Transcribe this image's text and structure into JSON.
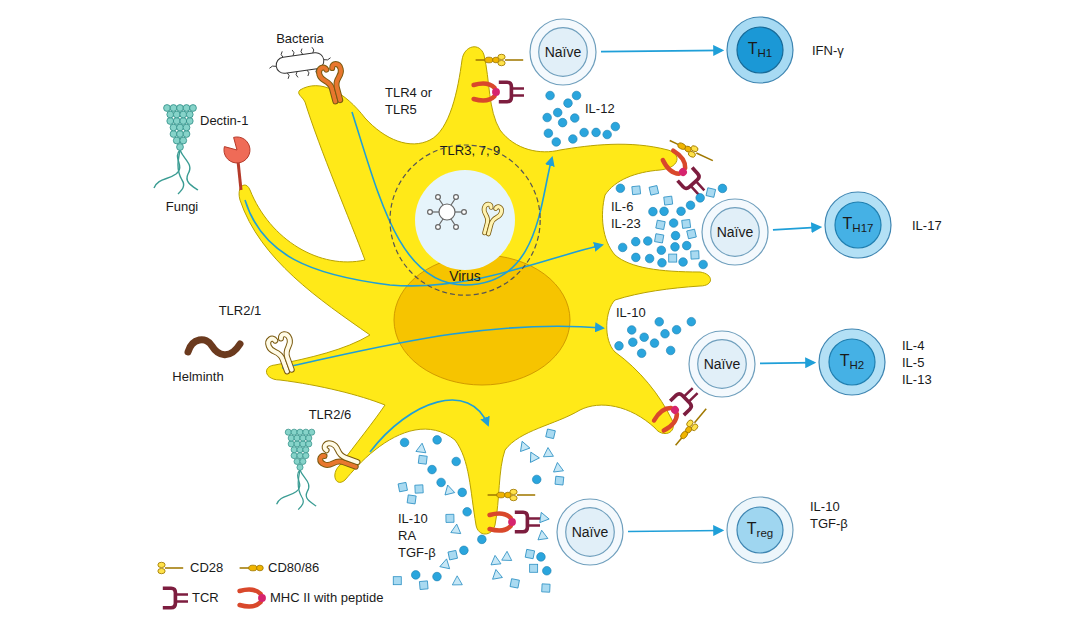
{
  "diagram": {
    "nodes": [
      {
        "text": [
          "Naïve"
        ]
      },
      {
        "text": [
          "TH1"
        ]
      },
      {
        "text": [
          "Virus"
        ]
      },
      {
        "text": [
          "Naïve"
        ]
      },
      {
        "text": [
          "TH17"
        ]
      },
      {
        "text": [
          "Naïve"
        ]
      },
      {
        "text": [
          "TH2"
        ]
      },
      {
        "text": [
          "Naïve"
        ]
      },
      {
        "text": [
          "Treg"
        ]
      }
    ],
    "edges": [
      {
        "from": 0,
        "to": 1,
        "arrow": "to"
      },
      {
        "from": 3,
        "to": 4,
        "arrow": "to"
      },
      {
        "from": 5,
        "to": 6,
        "arrow": "to"
      },
      {
        "from": 7,
        "to": 8,
        "arrow": "to"
      }
    ],
    "labels": [
      "Bacteria",
      "TLR4 or TLR5",
      "Dectin-1",
      "Fungi",
      "TLR3, 7, 9",
      "IL-12",
      "IFN-γ",
      "IL-6 IL-23",
      "IL-17",
      "TLR2/1",
      "IL-10",
      "Helminth",
      "IL-4 IL-5 IL-13",
      "TLR2/6",
      "IL-10 RA TGF-β",
      "IL-10 TGF-β"
    ],
    "legend": [
      {
        "text": "CD28"
      },
      {
        "text": "CD80/86"
      },
      {
        "text": "TCR"
      },
      {
        "text": "MHC II with peptide"
      }
    ]
  }
}
